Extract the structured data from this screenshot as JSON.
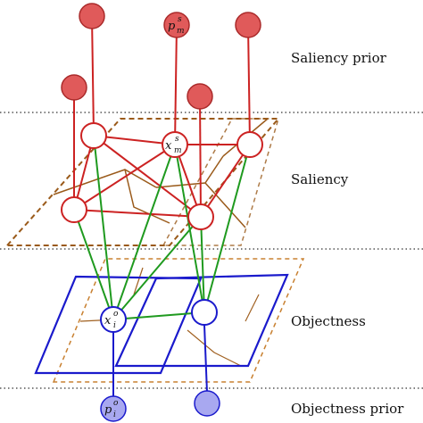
{
  "labels": {
    "saliency_prior": "Saliency prior",
    "saliency": "Saliency",
    "objectness": "Objectness",
    "objectness_prior": "Objectness prior"
  },
  "node_labels": {
    "pm_main": "p",
    "pm_sub": "m",
    "pm_sup": "s",
    "xm_main": "x",
    "xm_sub": "m",
    "xm_sup": "s",
    "xi_main": "x",
    "xi_sub": "i",
    "xi_sup": "o",
    "pi_main": "p",
    "pi_sub": "i",
    "pi_sup": "o"
  },
  "colors": {
    "saliency_node_fill": "#e05a5a",
    "saliency_edge": "#cc2222",
    "objectness_edge": "#1a1acc",
    "objectness_prior_fill": "#a8a8f0",
    "cross_edge": "#1f9a1f",
    "plane_dashed": "#9a5a1a",
    "plane_solid_obj": "#1a1acc",
    "separator": "#333333"
  }
}
